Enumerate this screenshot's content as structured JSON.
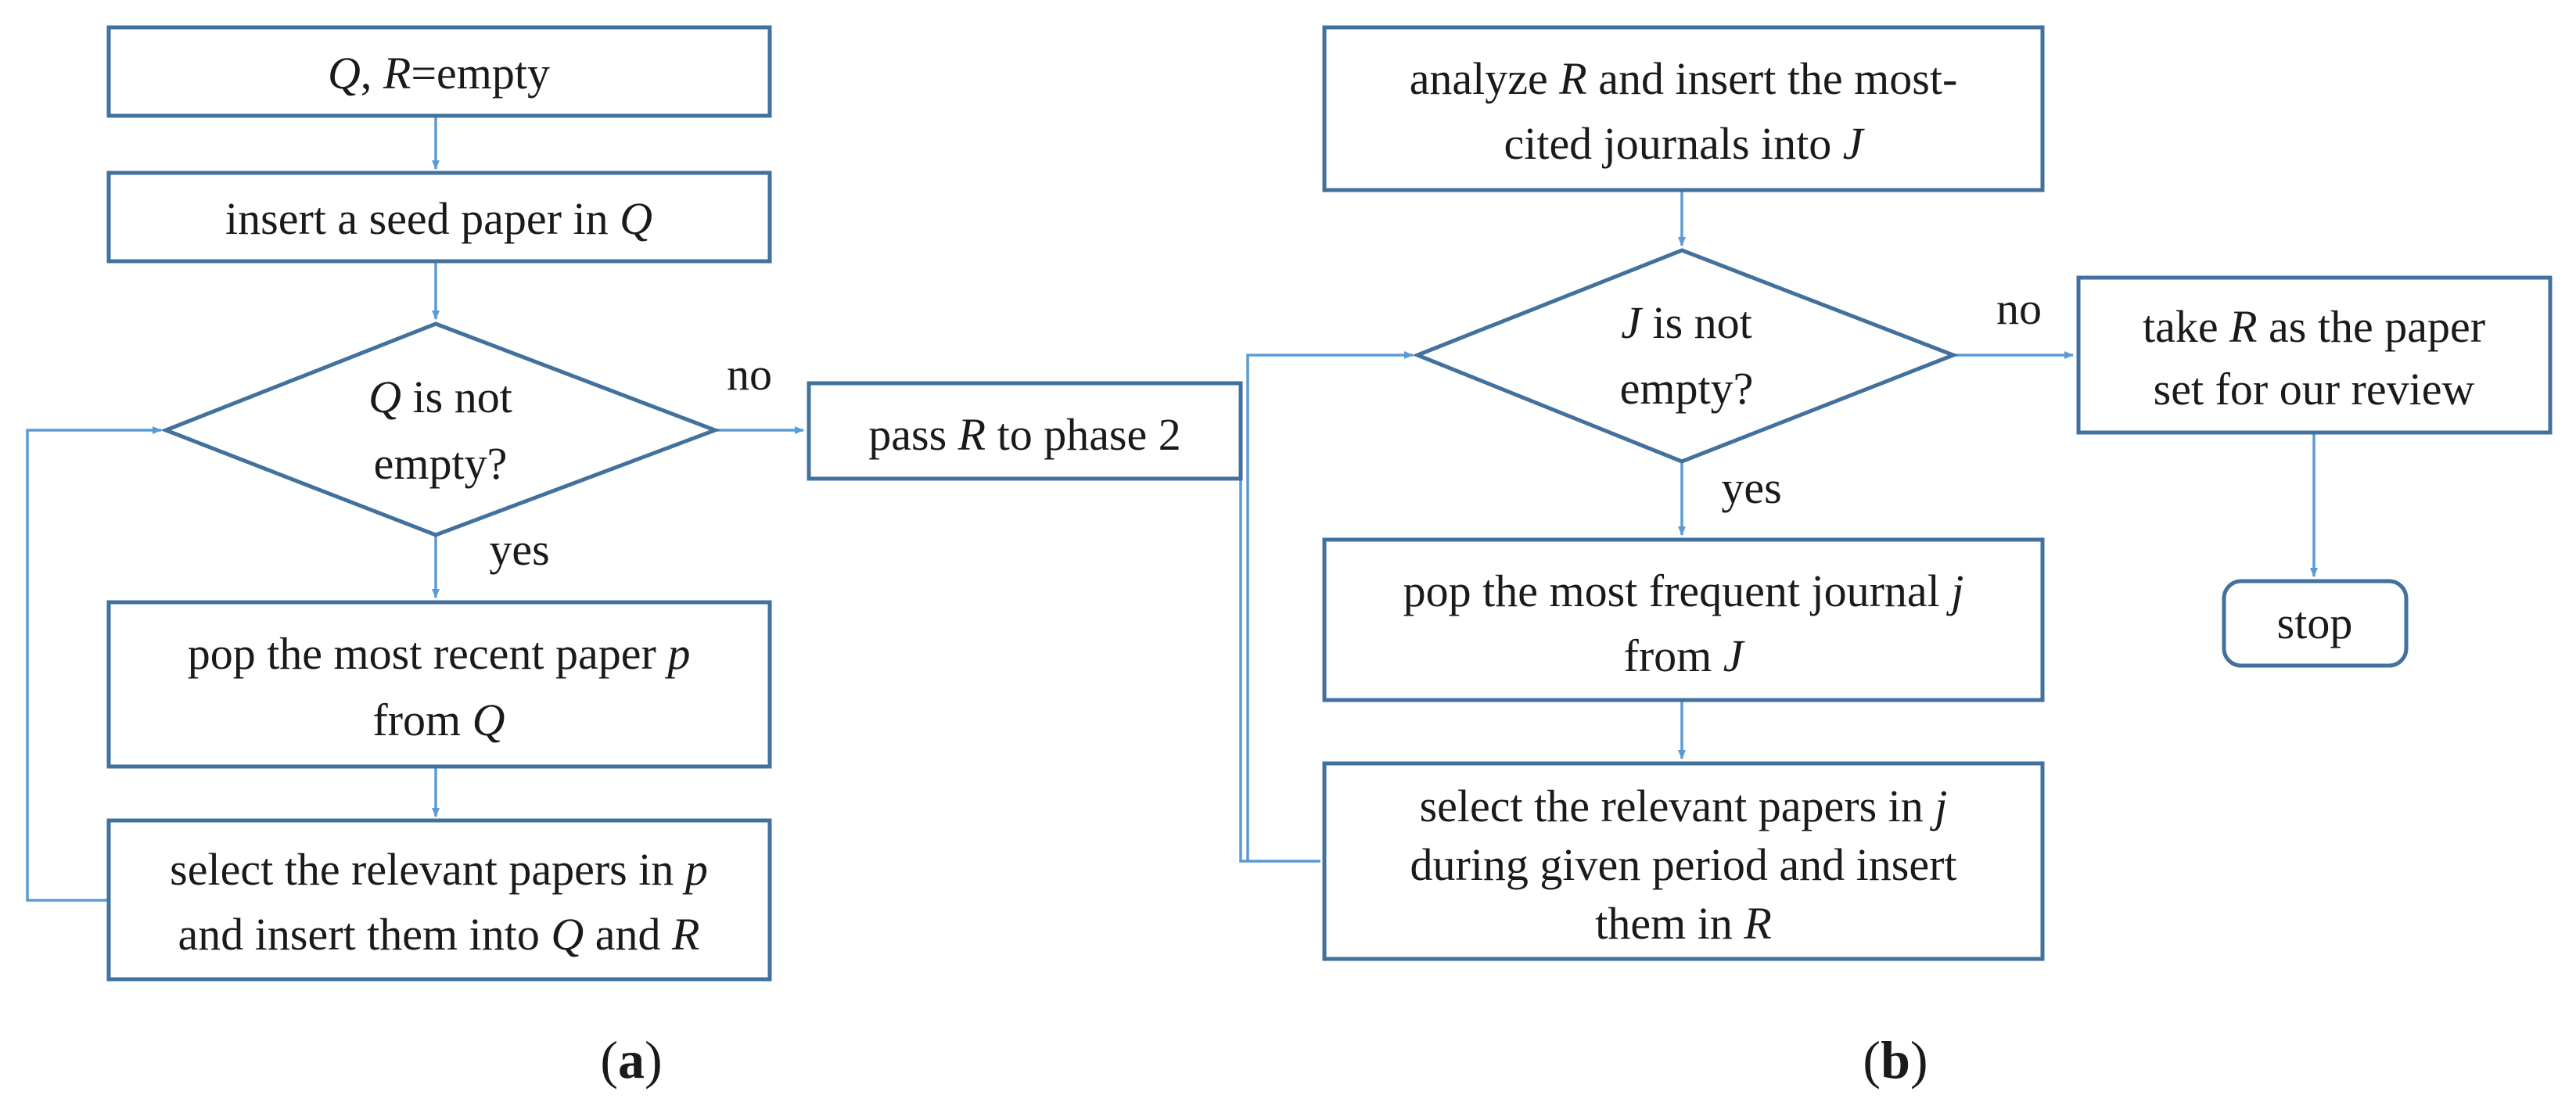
{
  "phase_a": {
    "init": [
      "",
      "Q",
      ", ",
      "R",
      "=empty"
    ],
    "insert_seed": [
      "insert a seed paper in ",
      "Q"
    ],
    "decision": {
      "line1": [
        "Q",
        " is not"
      ],
      "line2": "empty?"
    },
    "pop": {
      "line1": [
        "pop the most recent paper ",
        "p"
      ],
      "line2": [
        "from ",
        "Q"
      ]
    },
    "select": {
      "line1": [
        "select the relevant papers in ",
        "p"
      ],
      "line2": [
        "and insert them into ",
        "Q",
        " and ",
        "R"
      ]
    },
    "pass": [
      "pass ",
      "R",
      " to phase 2"
    ],
    "label_no": "no",
    "label_yes": "yes",
    "caption": {
      "open": "(",
      "letter": "a",
      "close": ")"
    }
  },
  "phase_b": {
    "analyze": {
      "line1": [
        "analyze ",
        "R",
        " and insert the most-"
      ],
      "line2": [
        "cited journals into ",
        "J"
      ]
    },
    "decision": {
      "line1": [
        "J",
        " is not"
      ],
      "line2": "empty?"
    },
    "pop": {
      "line1": [
        "pop the most frequent journal ",
        "j"
      ],
      "line2": [
        "from ",
        "J"
      ]
    },
    "select": {
      "line1": [
        "select the relevant papers in ",
        "j"
      ],
      "line2": "during given period and insert",
      "line3": [
        "them in ",
        "R"
      ]
    },
    "take": {
      "line1": [
        "take ",
        "R",
        " as the paper"
      ],
      "line2": "set for our review"
    },
    "stop": "stop",
    "label_no": "no",
    "label_yes": "yes",
    "caption": {
      "open": "(",
      "letter": "b",
      "close": ")"
    }
  }
}
